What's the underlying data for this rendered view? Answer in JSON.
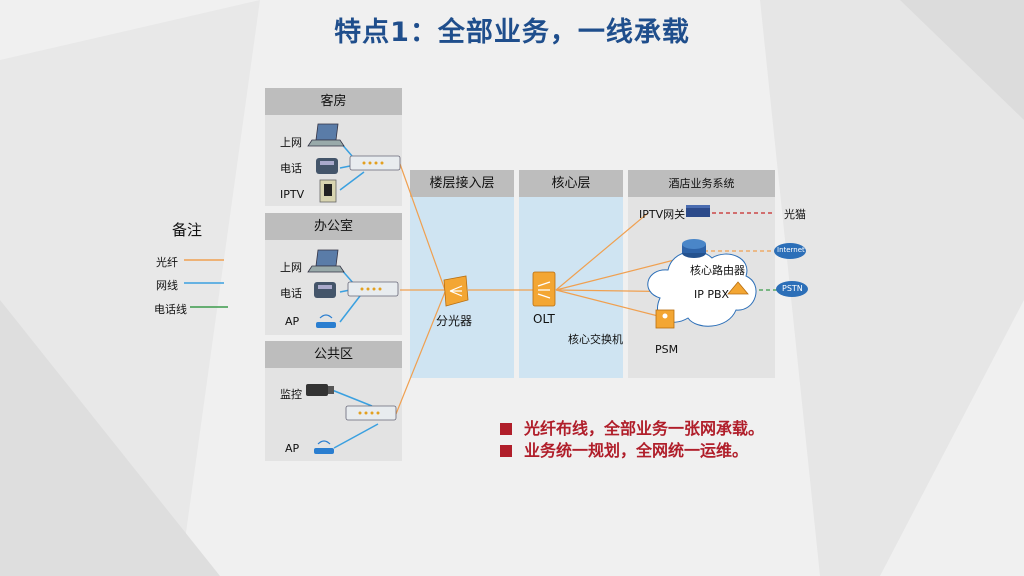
{
  "title": "特点1：全部业务，一线承载",
  "rooms": [
    {
      "name": "客房",
      "items": [
        "上网",
        "电话",
        "IPTV"
      ]
    },
    {
      "name": "办公室",
      "items": [
        "上网",
        "电话",
        "AP"
      ]
    },
    {
      "name": "公共区",
      "items": [
        "监控",
        "AP"
      ]
    }
  ],
  "layers": {
    "floor_access": "楼层接入层",
    "core": "核心层",
    "hotel_system": "酒店业务系统"
  },
  "devices": {
    "splitter": "分光器",
    "olt": "OLT",
    "core_switch": "核心交换机",
    "iptv_gateway": "IPTV网关",
    "modem": "光猫",
    "core_router": "核心路由器",
    "ip_pbx": "IP PBX",
    "psm": "PSM",
    "internet": "Internet",
    "pstn": "PSTN"
  },
  "legend": {
    "title": "备注",
    "items": [
      {
        "label": "光纤",
        "color": "#f0a050"
      },
      {
        "label": "网线",
        "color": "#3aa0e0"
      },
      {
        "label": "电话线",
        "color": "#3a9a4a"
      }
    ]
  },
  "bullets": [
    "光纤布线，全部业务一张网承载。",
    "业务统一规划，全网统一运维。"
  ]
}
